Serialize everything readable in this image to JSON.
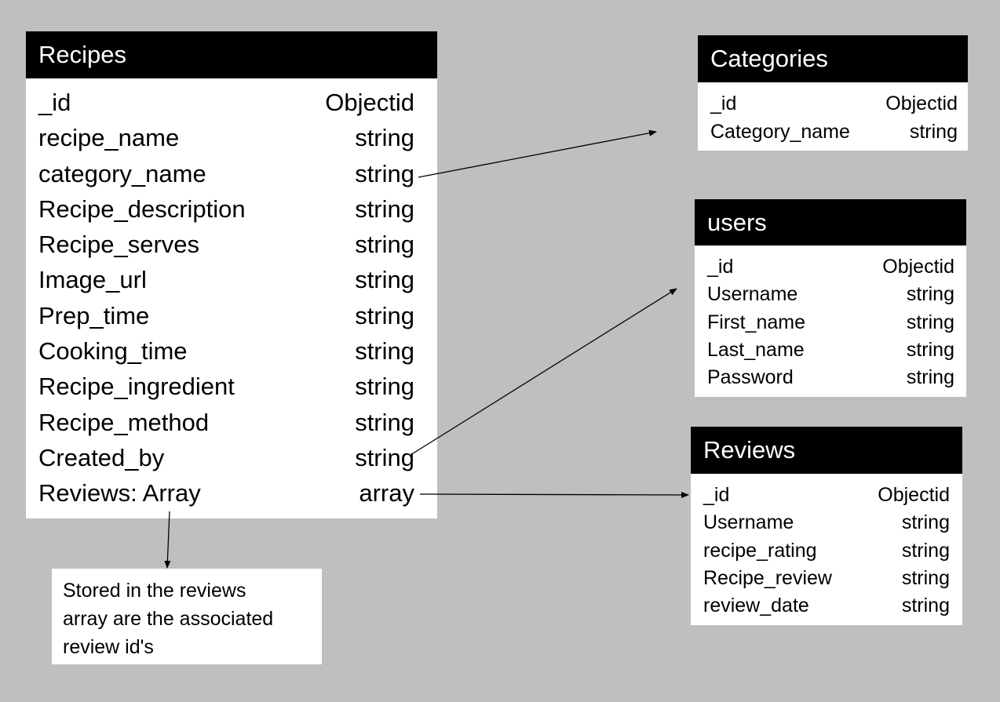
{
  "tables": {
    "recipes": {
      "title": "Recipes",
      "fields": [
        {
          "name": "_id",
          "type": "Objectid"
        },
        {
          "name": "recipe_name",
          "type": "string"
        },
        {
          "name": "category_name",
          "type": "string"
        },
        {
          "name": "Recipe_description",
          "type": "string"
        },
        {
          "name": "Recipe_serves",
          "type": "string"
        },
        {
          "name": "Image_url",
          "type": "string"
        },
        {
          "name": "Prep_time",
          "type": "string"
        },
        {
          "name": "Cooking_time",
          "type": "string"
        },
        {
          "name": "Recipe_ingredient",
          "type": "string"
        },
        {
          "name": "Recipe_method",
          "type": "string"
        },
        {
          "name": "Created_by",
          "type": "string"
        },
        {
          "name": "Reviews: Array",
          "type": "array"
        }
      ]
    },
    "categories": {
      "title": "Categories",
      "fields": [
        {
          "name": "_id",
          "type": "Objectid"
        },
        {
          "name": "Category_name",
          "type": "string"
        }
      ]
    },
    "users": {
      "title": "users",
      "fields": [
        {
          "name": "_id",
          "type": "Objectid"
        },
        {
          "name": "Username",
          "type": "string"
        },
        {
          "name": "First_name",
          "type": "string"
        },
        {
          "name": "Last_name",
          "type": "string"
        },
        {
          "name": "Password",
          "type": "string"
        }
      ]
    },
    "reviews": {
      "title": "Reviews",
      "fields": [
        {
          "name": "_id",
          "type": "Objectid"
        },
        {
          "name": "Username",
          "type": "string"
        },
        {
          "name": "recipe_rating",
          "type": "string"
        },
        {
          "name": "Recipe_review",
          "type": "string"
        },
        {
          "name": "review_date",
          "type": "string"
        }
      ]
    }
  },
  "note": {
    "lines": [
      "Stored in the reviews",
      "array are the associated",
      "review id's"
    ]
  },
  "colors": {
    "background": "#bfbfbf",
    "header_bg": "#000000",
    "header_text": "#ffffff",
    "table_bg": "#ffffff",
    "connector": "#000000"
  }
}
